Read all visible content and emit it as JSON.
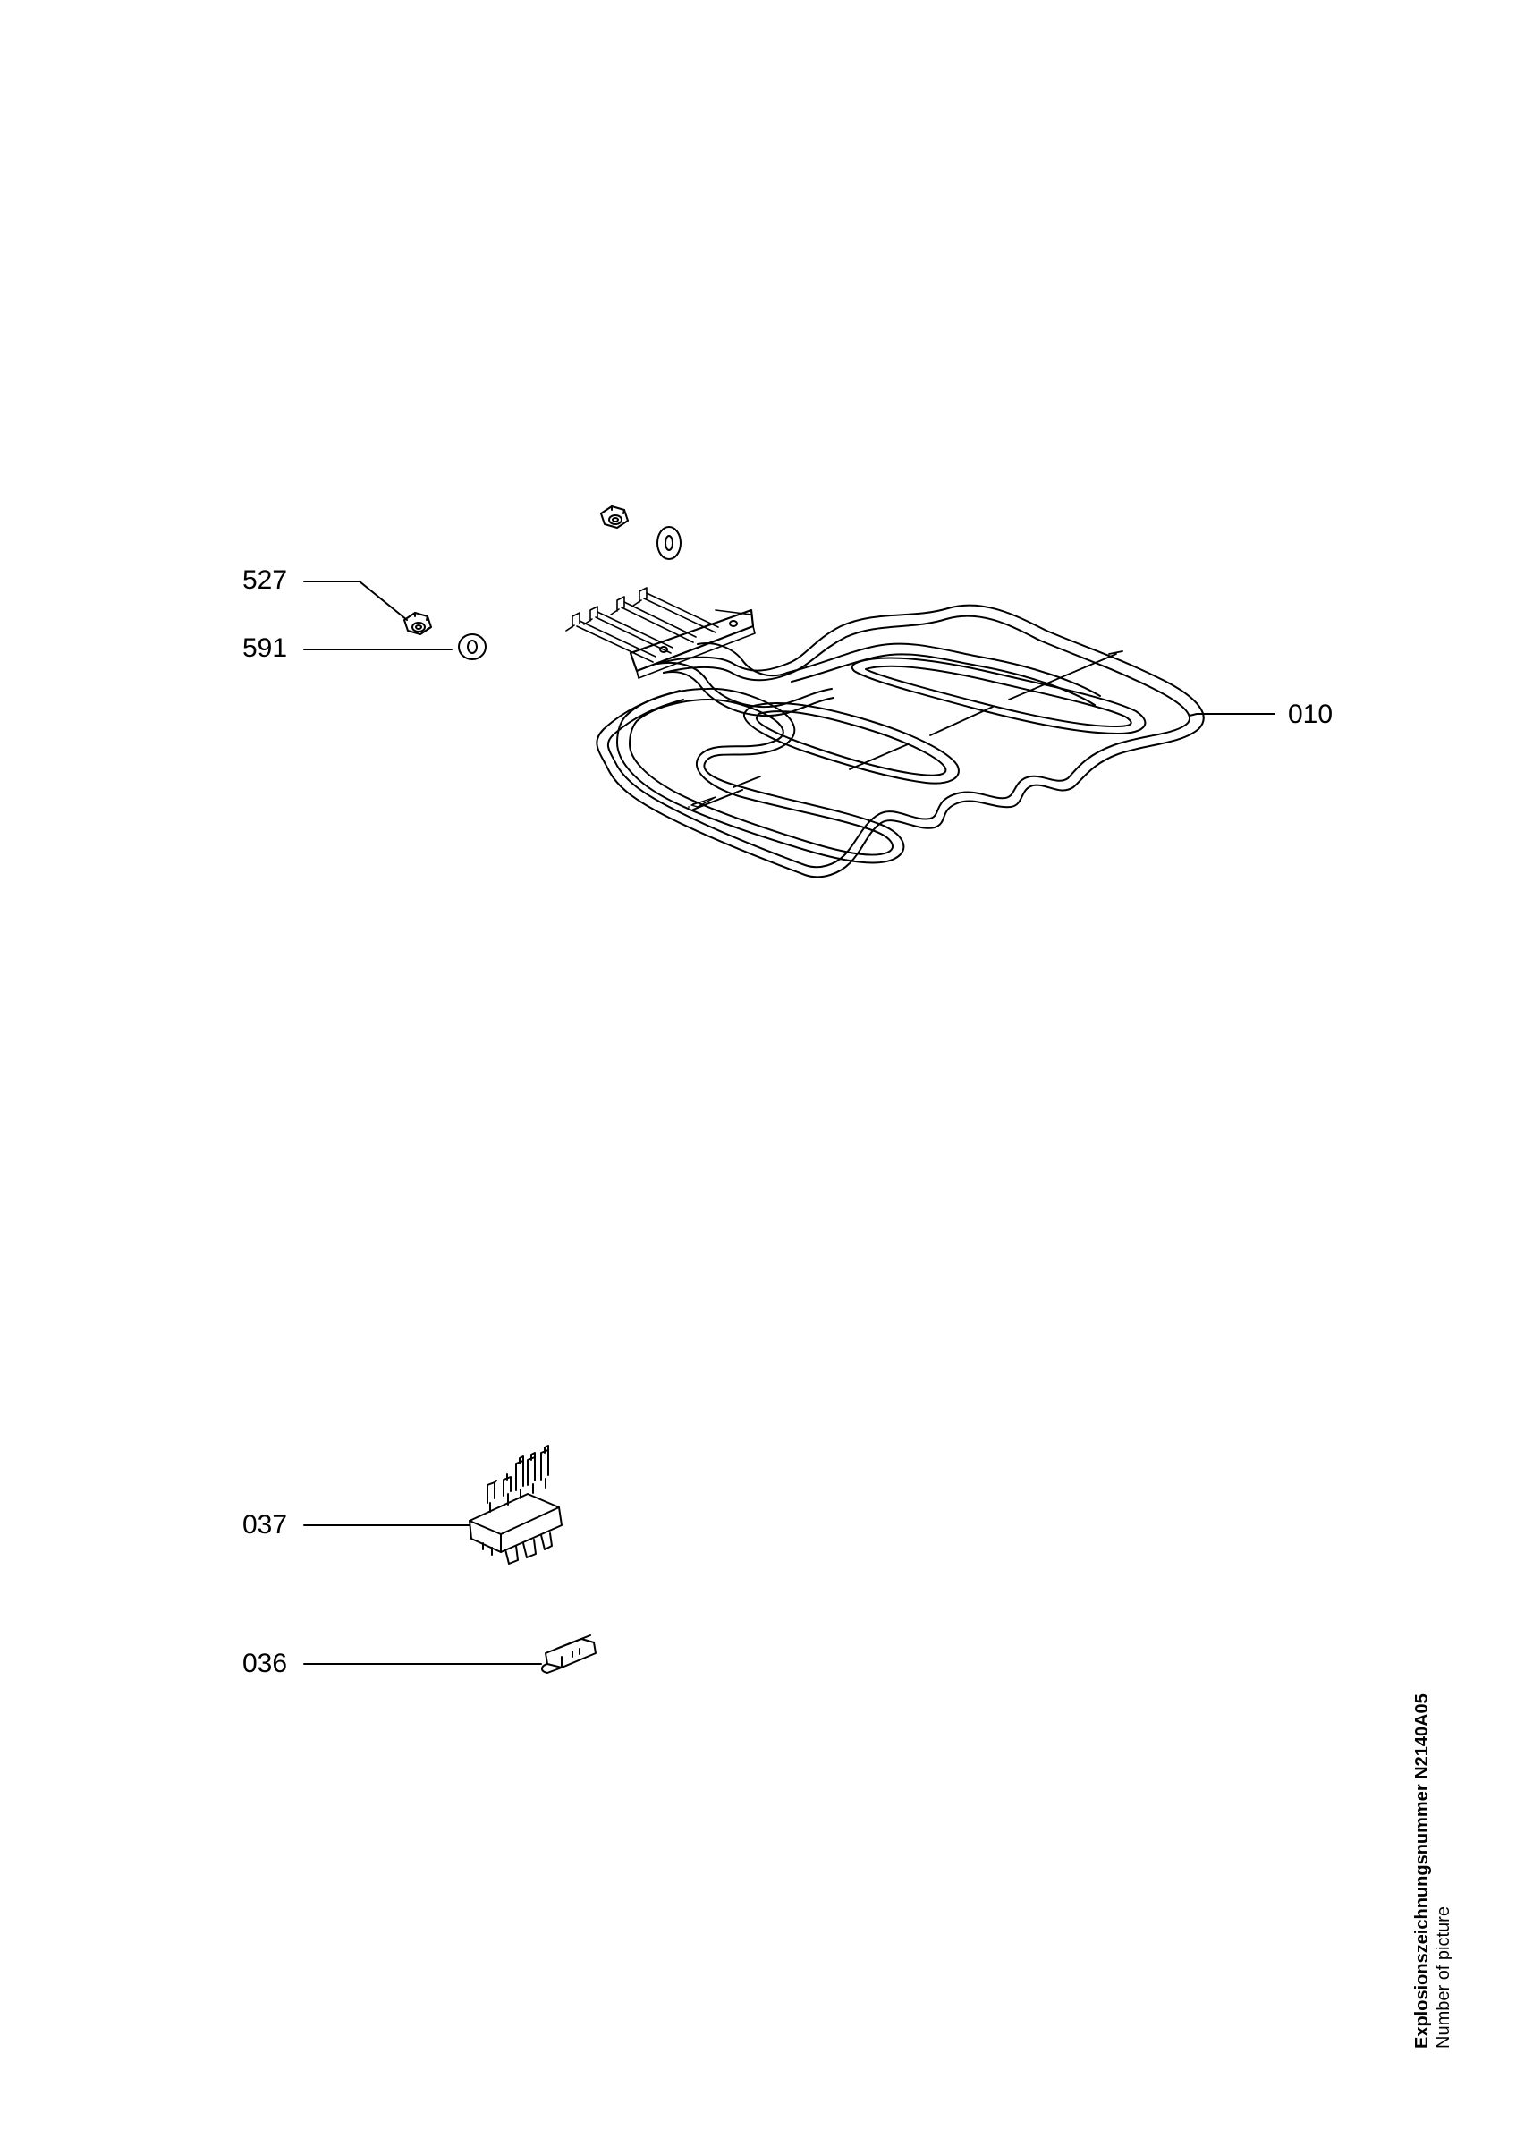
{
  "parts": {
    "p527": "527",
    "p591": "591",
    "p010": "010",
    "p037": "037",
    "p036": "036"
  },
  "caption": {
    "title": "Explosionszeichnungsnummer N2140A05",
    "subtitle": "Number of picture"
  }
}
